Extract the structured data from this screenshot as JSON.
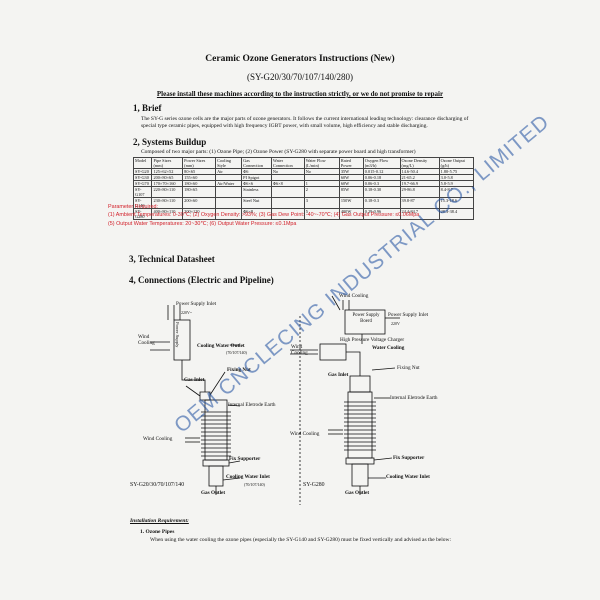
{
  "doc": {
    "title": "Ceramic Ozone Generators Instructions (New)",
    "models_line": "(SY-G20/30/70/107/140/280)",
    "notice": "Please install these machines according to the instruction strictly, or we do not promise to repair"
  },
  "brief": {
    "heading": "1, Brief",
    "text": "The SY-G series ozone cells are the major parts of ozone generators. It follows the current international leading technology: clearance discharging of special type ceramic pipes, equipped with high frequency IGBT power, with small volume, high efficiency and stable discharging."
  },
  "buildup": {
    "heading": "2, Systems Buildup",
    "text": "Composed of two major parts: (1) Ozone Pipe; (2) Ozone Power (SY-G280 with separate power board and high transformer)"
  },
  "table": {
    "headers": [
      "Model",
      "Pipe Sizes (mm)",
      "Power Sizes (mm)",
      "Cooling Style",
      "Gas Connection",
      "Water Connection",
      "Water Flow (L/min)",
      "Rated Power",
      "Oxygen Flow (m3/h)",
      "Ozone Density (mg/L)",
      "Ozone Output (g/h)"
    ],
    "rows": [
      [
        "SY-G20",
        "125×62×52",
        "80×65",
        "Air",
        "Φ6",
        "No",
        "No",
        "35W",
        "0.015-0.12",
        "14.6-50.4",
        "1.80-5.75"
      ],
      [
        "SY-G30",
        "200×80×65",
        "155×60",
        "",
        "PI Spigot",
        "",
        "",
        "60W",
        "0.06-0.18",
        "21-65.2",
        "3.0-5.8"
      ],
      [
        "SY-G70",
        "170×70×160",
        "180×60",
        "Air/Water",
        "Φ6×6",
        "Φ6×8",
        "1",
        "60W",
        "0.06-0.3",
        "19.7-66.9",
        "5.8-5.9"
      ],
      [
        "SY-G107",
        "220×80×110",
        "180×65",
        "",
        "Stainless",
        "",
        "2",
        "85W",
        "0.18-0.30",
        "29-86.8",
        "8.4-8.7"
      ],
      [
        "SY-G140",
        "230×80×110",
        "200×60",
        "",
        "Steel Nut",
        "",
        "3",
        "150W",
        "0.18-0.3",
        "39.8-87",
        "15.3-18.6"
      ],
      [
        "SY-G280",
        "400×80×110",
        "200×120",
        "",
        "Φ6×8",
        "",
        "5",
        "400W",
        "0.29-0.96",
        "24.4-84.7",
        "28.3-38.4"
      ]
    ]
  },
  "params": {
    "title": "Parameter Required:",
    "line1": "(1) Ambient Temperatures: 0-30℃; (2) Oxygen Density: >93%; (3) Gas Dew Point: -40~-70℃; (4) Gas Output Pressure: ≤0.06Mpa",
    "line2": "(5) Output Water Temperatures: 20~30℃; (6) Output Water Pressure: ≤0.1Mpa"
  },
  "datasheet": {
    "heading": "3, Technical Datasheet"
  },
  "connections": {
    "heading": "4, Connections (Electric and Pipeline)"
  },
  "left_diagram": {
    "power_supply_inlet": "Power Supply Inlet",
    "v220": "220V~",
    "power_supply_box": "Power Supply",
    "wind_cooling_1": "Wind Cooling",
    "cooling_water_outlet": "Cooling Water Outlet",
    "cooling_water_outlet_models": "(70/107/140)",
    "gas_inlet": "Gas Inlet",
    "fixing_nut": "Fixing Nut",
    "internal_electrode_earth": "Internal Eletrode Earth",
    "wind_cooling_2": "Wind Cooling",
    "fix_supporter": "Fix Supporter",
    "model_label": "SY-G20/30/70/107/140",
    "cooling_water_inlet": "Cooling Water Inlet",
    "cooling_water_inlet_models": "(70/107/140)",
    "gas_outlet": "Gas Outlet"
  },
  "right_diagram": {
    "wind_cooling_top": "Wind Cooling",
    "power_supply_inlet": "Power Supply Inlet",
    "power_supply_board": "Power Supply Boerd",
    "v220": "220V",
    "hv_charger": "High Pressure Voltage Charger",
    "wind_cooling_mid": "Wind Cooling",
    "cooling_water_outlet_short": "Water Cooling",
    "gas_inlet": "Gas Inlet",
    "fixing_nut": "Fixing Nut",
    "internal_electrode_earth": "Internal Eletrode Earth",
    "wind_cooling_low": "Wind Cooling",
    "fix_supporter": "Fix Supporter",
    "model_label": "SY-G280",
    "cooling_water_inlet": "Cooling Water Inlet",
    "gas_outlet": "Gas Outlet"
  },
  "install": {
    "heading": "Installation Requirement:",
    "item1_title": "1.    Ozone Pipes",
    "item1_text": "When using the water cooling the ozone pipes (especially the SY-G140 and SY-G280) must be fixed vertically and advised as the below:"
  },
  "watermark": "OEM CNCLECING INDUSTRIAL CO., LIMITED",
  "colors": {
    "param_red": "#d2202a",
    "watermark_blue": "#1d4ea0"
  }
}
